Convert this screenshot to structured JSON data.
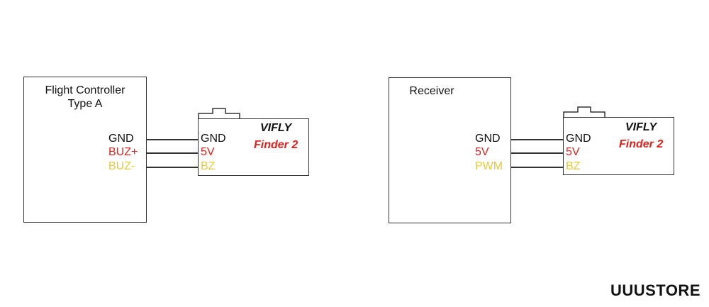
{
  "left_diagram": {
    "controller": {
      "title_line1": "Flight Controller",
      "title_line2": "Type A",
      "pins": [
        {
          "label": "GND",
          "color": "#111111"
        },
        {
          "label": "BUZ+",
          "color": "#e0201c"
        },
        {
          "label": "BUZ-",
          "color": "#e7c93a"
        }
      ]
    },
    "module": {
      "brand": "VIFLY",
      "model": "Finder 2",
      "pins": [
        {
          "label": "GND",
          "color": "#111111"
        },
        {
          "label": "5V",
          "color": "#e0201c"
        },
        {
          "label": "BZ",
          "color": "#e7c93a"
        }
      ]
    }
  },
  "right_diagram": {
    "controller": {
      "title_line1": "Receiver",
      "pins": [
        {
          "label": "GND",
          "color": "#111111"
        },
        {
          "label": "5V",
          "color": "#e0201c"
        },
        {
          "label": "PWM",
          "color": "#e7c93a"
        }
      ]
    },
    "module": {
      "brand": "VIFLY",
      "model": "Finder 2",
      "pins": [
        {
          "label": "GND",
          "color": "#111111"
        },
        {
          "label": "5V",
          "color": "#e0201c"
        },
        {
          "label": "BZ",
          "color": "#e7c93a"
        }
      ]
    }
  },
  "watermark": "UUUSTORE",
  "colors": {
    "line": "#333333",
    "positive": "#e0201c",
    "signal": "#e7c93a"
  }
}
